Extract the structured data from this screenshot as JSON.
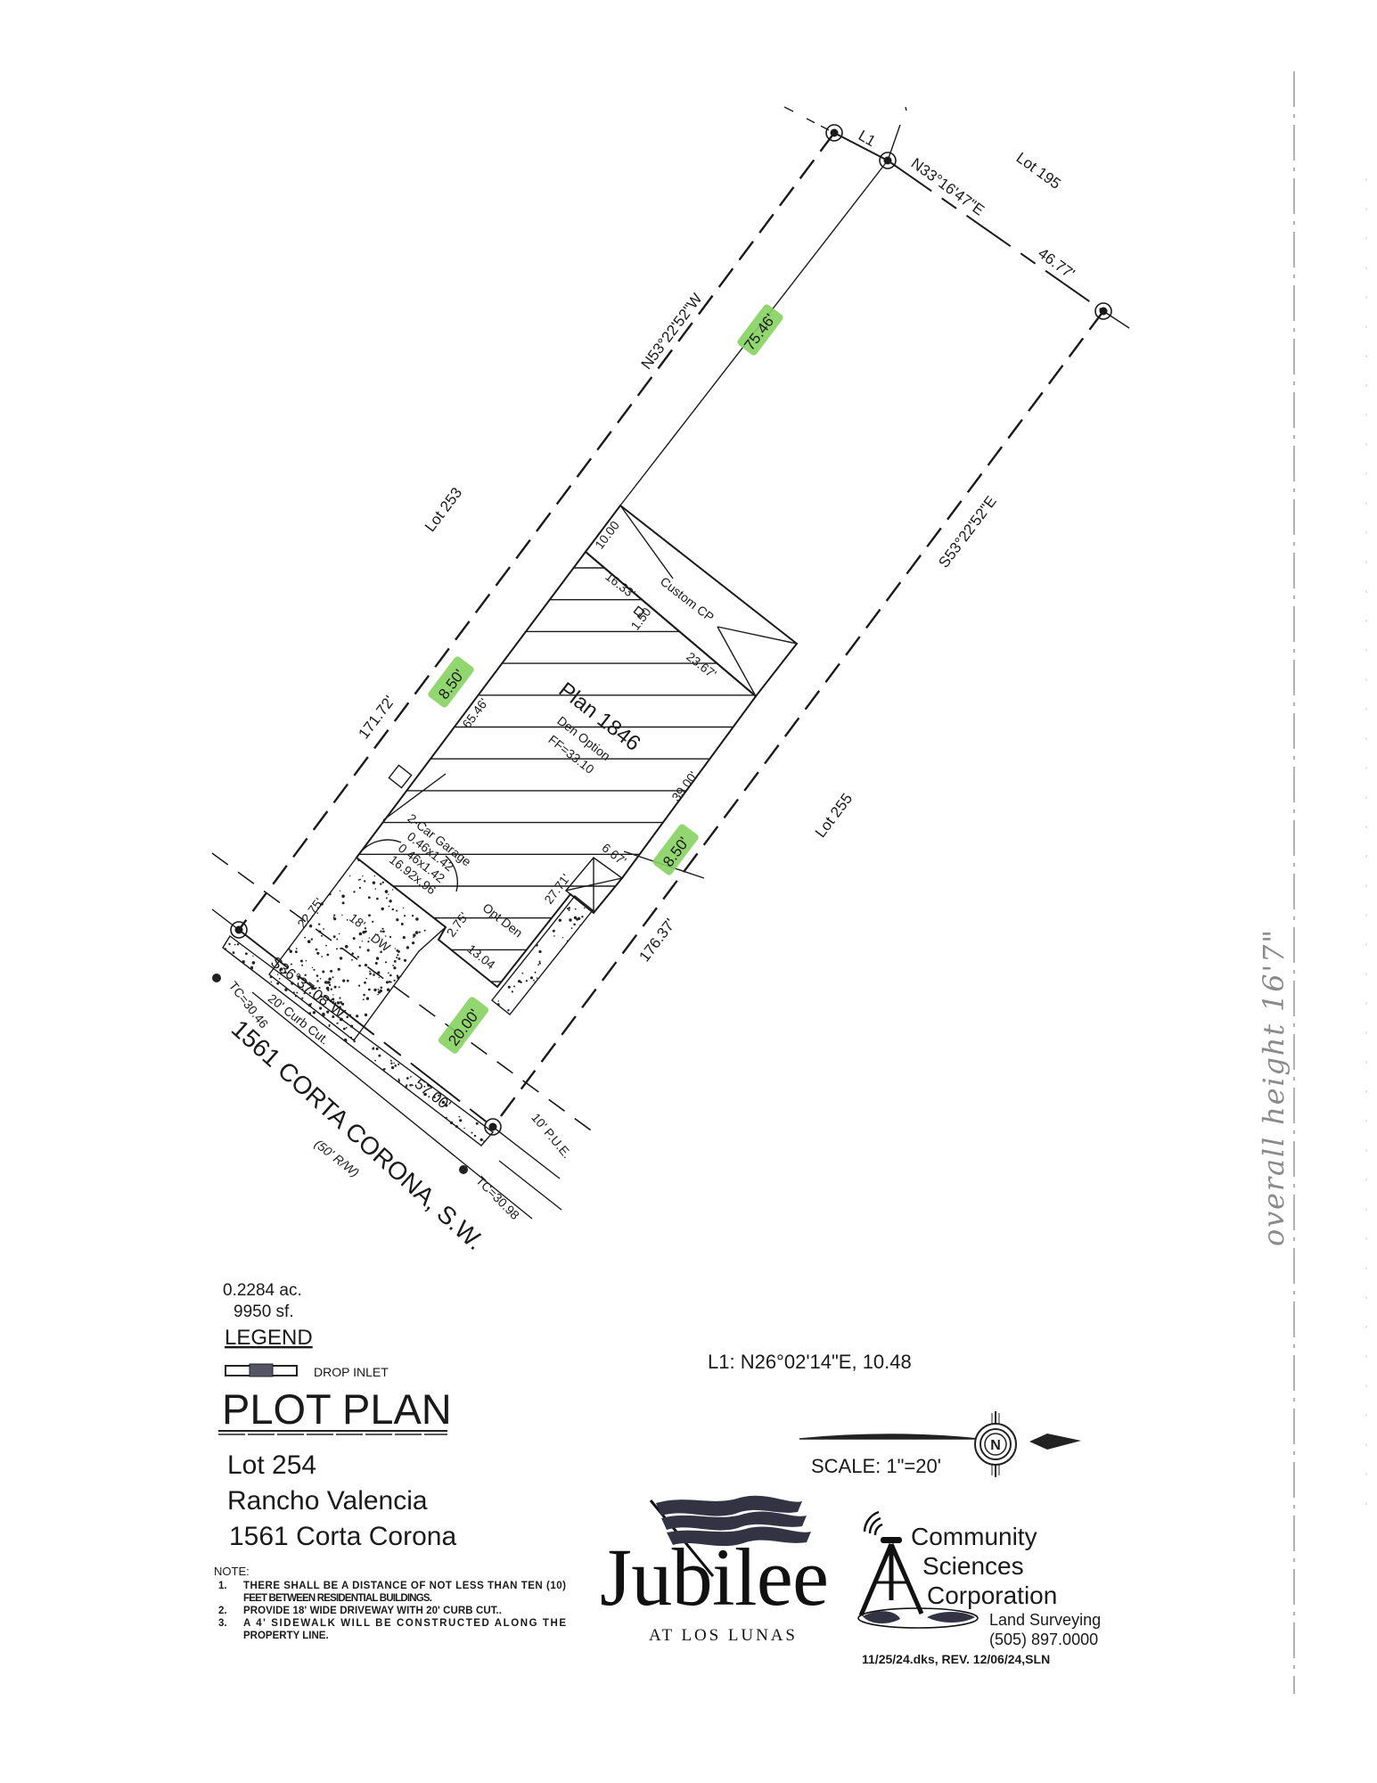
{
  "drawing": {
    "labels": {
      "l1": "L1",
      "north_bearing": "N33°16'47\"E",
      "north_dist": "46.77'",
      "lot_195": "Lot 195",
      "west_bearing": "N53°22'52\"W",
      "lot_253": "Lot 253",
      "west_dist": "171.72'",
      "east_bearing": "S53°22'52\"E",
      "lot_255": "Lot 255",
      "east_dist": "176.37'",
      "rear_setback": "75.46'",
      "side_setback_left": "8.50'",
      "side_setback_right": "8.50'",
      "front_setback": "20.00'",
      "dim_10_00": "10.00",
      "dim_16_33": "16.33'",
      "custom_cp": "Custom CP",
      "dim_1_50": "1.50",
      "dim_23_67": "23.67'",
      "dim_65_46": "65.46'",
      "plan": "Plan 1846",
      "den_option": "Den Option",
      "ff": "FF=33.10",
      "dim_39_00": "39.00'",
      "garage": "2-Car Garage",
      "garage_dim_1": "0.46x1.42",
      "garage_dim_2": "0.46x1.42",
      "garage_dim_3": "16.92x.96",
      "dim_6_67": "6.67'",
      "dim_27_71": "27.71'",
      "dim_2_75": "2.75'",
      "opt_den": "Opt Den",
      "dim_13_04": "13.04",
      "dim_22_75": "22.75'",
      "driveway_width": "18'",
      "driveway": "DW",
      "front_bearing": "S36°37'08\"W",
      "curb_cut": "20' Curb Cut.",
      "tc_left": "TC=30.46",
      "front_dist": "57.00'",
      "pue": "10' P.U.E.",
      "street": "1561 CORTA CORONA, S.W.",
      "row": "(50' R/W)",
      "tc_right": "TC=30.98"
    },
    "highlight_color": "#86d160"
  },
  "info": {
    "acres": "0.2284 ac.",
    "sqft": "9950 sf.",
    "legend_title": "LEGEND",
    "legend_item": "DROP INLET",
    "title": "PLOT PLAN",
    "lot": "Lot 254",
    "subdivision": "Rancho Valencia",
    "address": "1561 Corta Corona",
    "note_title": "NOTE:",
    "notes": [
      {
        "num": "1.",
        "lines": [
          "THERE SHALL BE A DISTANCE OF NOT LESS THAN TEN (10)",
          "FEET BETWEEN RESIDENTIAL BUILDINGS."
        ]
      },
      {
        "num": "2.",
        "lines": [
          "PROVIDE 18' WIDE DRIVEWAY WITH 20' CURB CUT.."
        ]
      },
      {
        "num": "3.",
        "lines": [
          "A 4' SIDEWALK WILL BE CONSTRUCTED ALONG THE",
          "PROPERTY LINE."
        ]
      }
    ],
    "l1_line": "L1:  N26°02'14\"E,  10.48",
    "scale": "SCALE:  1\"=20'",
    "north_letter": "N"
  },
  "logos": {
    "jubilee": "Jubilee",
    "jubilee_sub": "AT LOS LUNAS",
    "csc_line1": "Community",
    "csc_line2": "Sciences",
    "csc_line3": "Corporation",
    "csc_service": "Land Surveying",
    "csc_phone": "(505) 897.0000",
    "revision": "11/25/24.dks,  REV.  12/06/24,SLN"
  },
  "handwritten_note": "overall height 16'7\""
}
